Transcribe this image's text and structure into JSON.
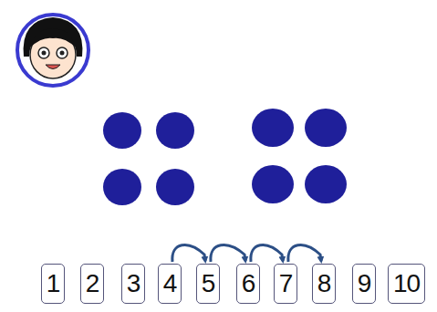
{
  "diagram": {
    "nodes": [
      {
        "text": [
          "1"
        ]
      },
      {
        "text": [
          "2"
        ]
      },
      {
        "text": [
          "3"
        ]
      },
      {
        "text": [
          "4"
        ]
      },
      {
        "text": [
          "5"
        ]
      },
      {
        "text": [
          "6"
        ]
      },
      {
        "text": [
          "7"
        ]
      },
      {
        "text": [
          "8"
        ]
      },
      {
        "text": [
          "9"
        ]
      },
      {
        "text": [
          "10"
        ]
      }
    ],
    "edges": [
      {
        "from": 3,
        "to": 4,
        "arrow": "to"
      },
      {
        "from": 4,
        "to": 5,
        "arrow": "to"
      },
      {
        "from": 5,
        "to": 6,
        "arrow": "to"
      },
      {
        "from": 6,
        "to": 7,
        "arrow": "to"
      }
    ]
  }
}
